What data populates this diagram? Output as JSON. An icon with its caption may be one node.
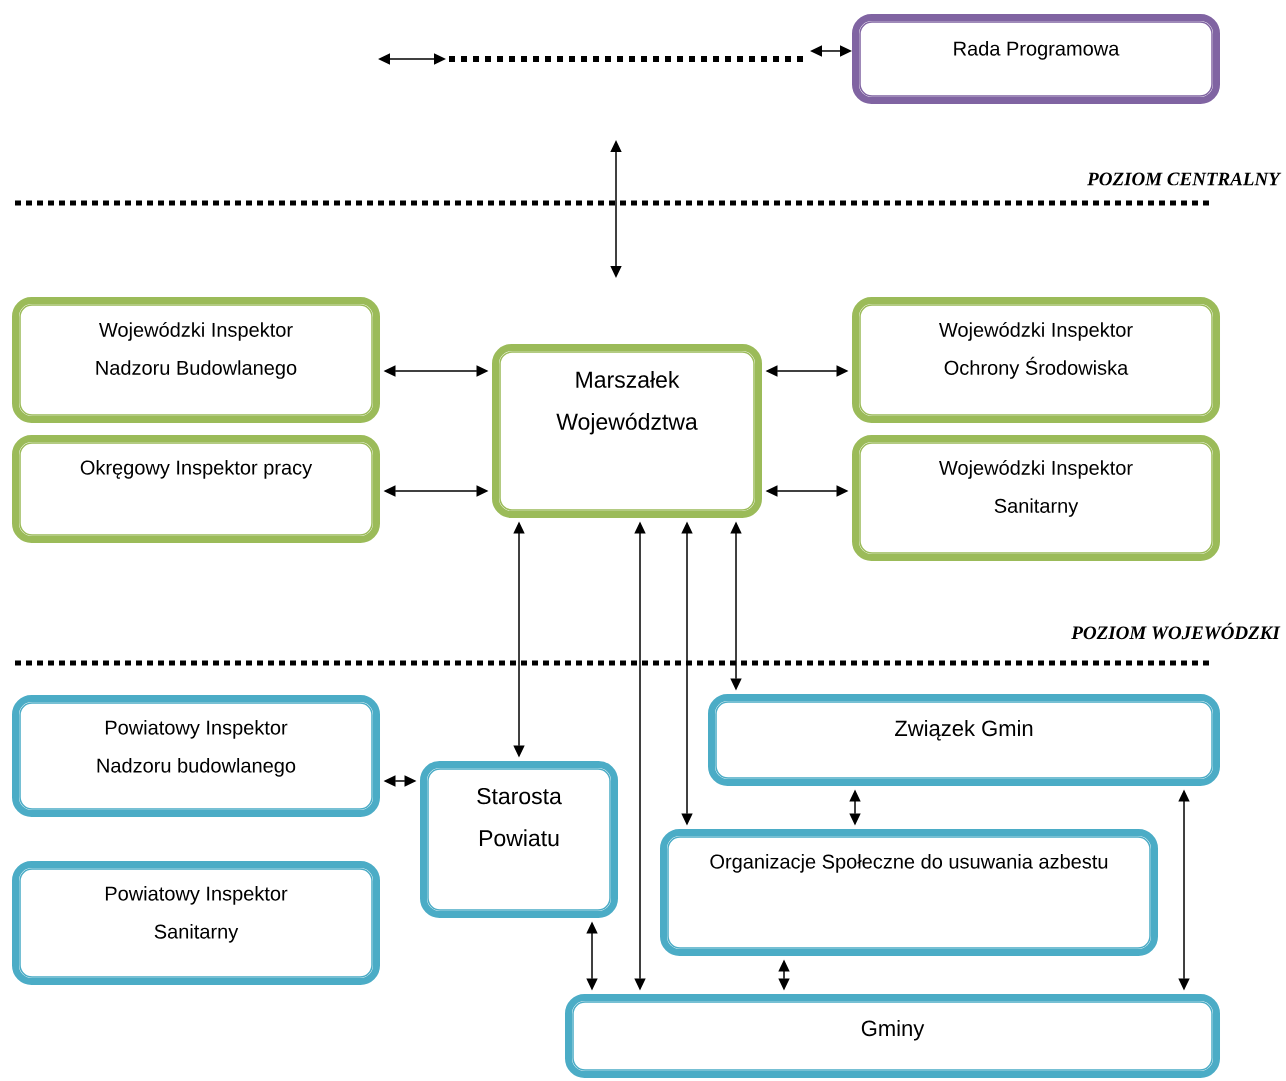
{
  "diagram": {
    "nodes": [
      {
        "text": [
          "Rada Programowa"
        ]
      },
      {
        "text": [
          "Wojewódzki Inspektor Nadzoru Budowlanego"
        ]
      },
      {
        "text": [
          "Marszałek Województwa"
        ]
      },
      {
        "text": [
          "Wojewódzki Inspektor Ochrony Środowiska"
        ]
      },
      {
        "text": [
          "Okręgowy Inspektor pracy"
        ]
      },
      {
        "text": [
          "Wojewódzki Inspektor Sanitarny"
        ]
      },
      {
        "text": [
          "Związek Gmin"
        ]
      },
      {
        "text": [
          "Powiatowy Inspektor Nadzoru budowlanego"
        ]
      },
      {
        "text": [
          "Starosta Powiatu"
        ]
      },
      {
        "text": [
          "Organizacje Społeczne do usuwania azbestu"
        ]
      },
      {
        "text": [
          "Powiatowy Inspektor Sanitarny"
        ]
      },
      {
        "text": [
          "Gminy"
        ]
      }
    ],
    "edges": [
      {
        "from": null,
        "to": 0,
        "arrow": "both",
        "style": "dashed"
      },
      {
        "from": 1,
        "to": 2,
        "arrow": "both"
      },
      {
        "from": 2,
        "to": 3,
        "arrow": "both"
      },
      {
        "from": 4,
        "to": 2,
        "arrow": "both"
      },
      {
        "from": 2,
        "to": 5,
        "arrow": "both"
      },
      {
        "from": 2,
        "to": 8,
        "arrow": "both"
      },
      {
        "from": 2,
        "to": 11,
        "arrow": "both"
      },
      {
        "from": 2,
        "to": 9,
        "arrow": "both"
      },
      {
        "from": 2,
        "to": 6,
        "arrow": "both"
      },
      {
        "from": 7,
        "to": 8,
        "arrow": "both"
      },
      {
        "from": 6,
        "to": 9,
        "arrow": "both"
      },
      {
        "from": 6,
        "to": 11,
        "arrow": "both"
      },
      {
        "from": 8,
        "to": 11,
        "arrow": "both"
      },
      {
        "from": 9,
        "to": 11,
        "arrow": "both"
      }
    ],
    "labels": [
      "POZIOM CENTRALNY",
      "POZIOM WOJEWÓDZKI"
    ]
  }
}
